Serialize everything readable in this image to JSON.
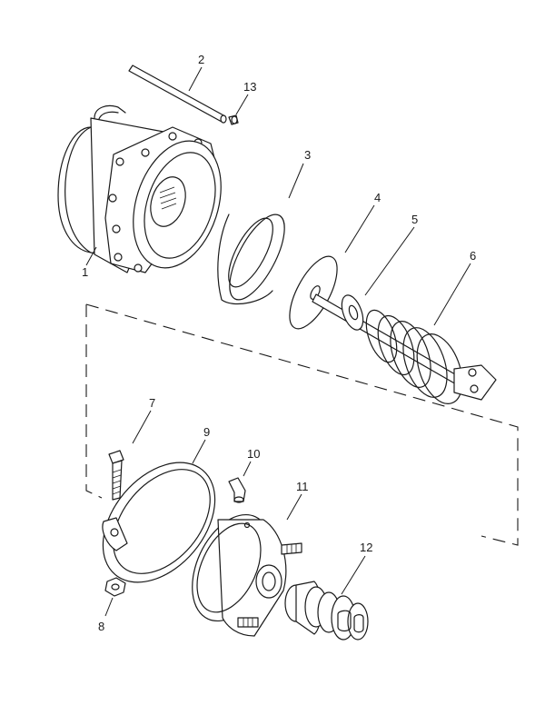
{
  "callouts": {
    "c1": "1",
    "c2": "2",
    "c3": "3",
    "c4": "4",
    "c5": "5",
    "c6": "6",
    "c7": "7",
    "c8": "8",
    "c9": "9",
    "c10": "10",
    "c11": "11",
    "c12": "12",
    "c13": "13"
  },
  "colors": {
    "line": "#1a1a1a",
    "background": "#ffffff"
  }
}
